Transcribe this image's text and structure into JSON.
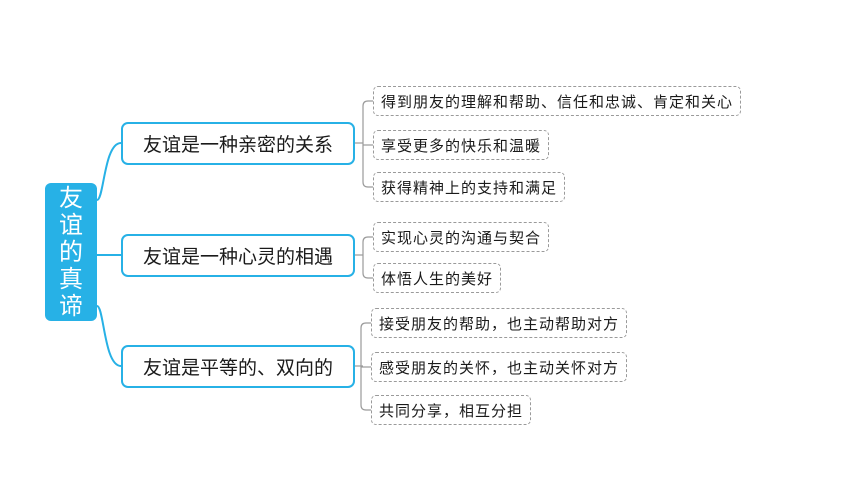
{
  "root": {
    "label": "友谊的真谛"
  },
  "branches": [
    {
      "label": "友谊是一种亲密的关系",
      "items": [
        "得到朋友的理解和帮助、信任和忠诚、肯定和关心",
        "享受更多的快乐和温暖",
        "获得精神上的支持和满足"
      ]
    },
    {
      "label": "友谊是一种心灵的相遇",
      "items": [
        "实现心灵的沟通与契合",
        "体悟人生的美好"
      ]
    },
    {
      "label": "友谊是平等的、双向的",
      "items": [
        "接受朋友的帮助，也主动帮助对方",
        "感受朋友的关怀，也主动关怀对方",
        "共同分享，相互分担"
      ]
    }
  ],
  "colors": {
    "accent": "#27b1e6",
    "dashed_border": "#9a9a9a"
  }
}
